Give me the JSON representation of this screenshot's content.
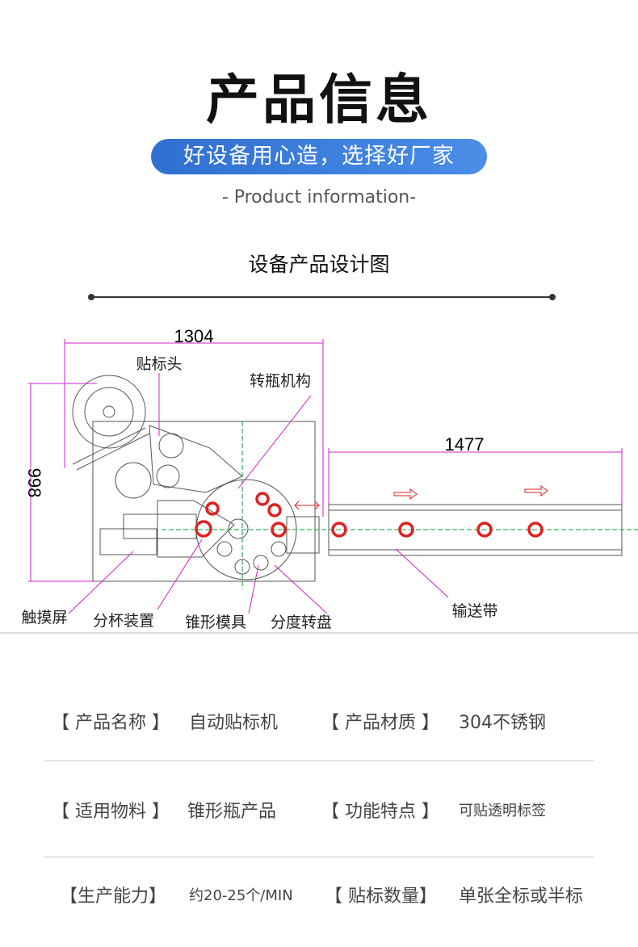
{
  "header": {
    "title": "产品信息",
    "slogan": "好设备用心造，选择好厂家",
    "subtitle": "- Product information-"
  },
  "section": {
    "title": "设备产品设计图"
  },
  "diagram": {
    "width_dim": "1304",
    "height_dim": "998",
    "conveyor_dim": "1477",
    "labels": {
      "label_head": "贴标头",
      "bottle_rotation": "转瓶机构",
      "touch_screen": "触摸屏",
      "cup_divider": "分杯装置",
      "cone_mold": "锥形模具",
      "index_turntable": "分度转盘",
      "conveyor": "输送带"
    }
  },
  "specs": [
    {
      "k1": "【 产品名称 】",
      "v1": "自动贴标机",
      "k2": "【 产品材质 】",
      "v2": "304不锈钢"
    },
    {
      "k1": "【 适用物料 】",
      "v1": "锥形瓶产品",
      "k2": "【 功能特点 】",
      "v2": "可贴透明标签"
    },
    {
      "k1": "【生产能力】",
      "v1": "约20-25个/MIN",
      "k2": "【 贴标数量】",
      "v2": "单张全标或半标"
    }
  ],
  "colors": {
    "accent": "#3a7bd8",
    "dimension": "#d020d0",
    "bottle": "#e02020"
  }
}
